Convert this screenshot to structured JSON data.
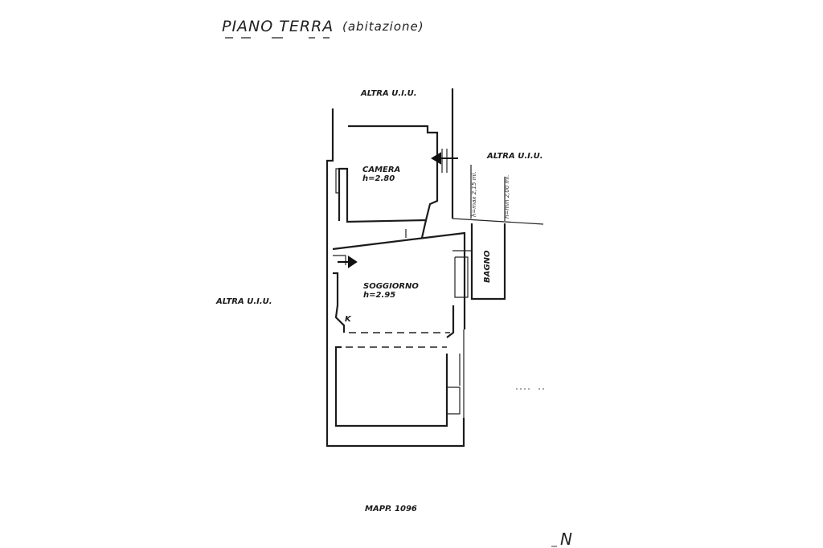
{
  "title": "PIANO  TERRA",
  "title_note": "(abitazione)",
  "labels": {
    "north": "ALTRA   U.I.U.",
    "east": "ALTRA   U.I.U.",
    "west": "ALTRA   U.I.U.",
    "north_mark": "N"
  },
  "rooms": {
    "camera": {
      "name": "CAMERA",
      "height": "h=2.80"
    },
    "soggiorno": {
      "name": "SOGGIORNO",
      "height": "h=2.95"
    },
    "bagno": {
      "name": "BAGNO"
    },
    "kitchen_mark": "K"
  },
  "parcel": "MAPP.  1096",
  "notes": {
    "note_a": "h=max 2,15 ml.",
    "note_b": "h=min 2,00 ml."
  },
  "colors": {
    "ink": "#1c1c1c",
    "paper": "#ffffff"
  }
}
